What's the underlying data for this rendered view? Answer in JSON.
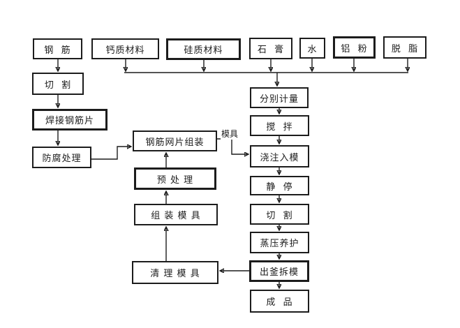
{
  "diagram": {
    "background": "#ffffff",
    "line_color": "#1c1c1c",
    "nodes": {
      "steel_bar": {
        "label": "钢  筋"
      },
      "calcium": {
        "label": "钙质材料"
      },
      "silicon": {
        "label": "硅质材料"
      },
      "gypsum": {
        "label": "石  膏"
      },
      "water": {
        "label": "水"
      },
      "aluminum_powder": {
        "label": "铝  粉"
      },
      "degrease": {
        "label": "脱  脂"
      },
      "cutting1": {
        "label": "切  割"
      },
      "weld_mesh": {
        "label": "焊接钢筋片"
      },
      "anticorrosion": {
        "label": "防腐处理"
      },
      "mesh_assembly": {
        "label": "钢筋网片组装"
      },
      "pretreatment": {
        "label": "预 处 理"
      },
      "mold_assembly": {
        "label": "组 装 模 具"
      },
      "mold_cleaning": {
        "label": "清 理 模 具"
      },
      "measuring": {
        "label": "分别计量"
      },
      "stirring": {
        "label": "搅  拌"
      },
      "pouring": {
        "label": "浇注入模"
      },
      "resting": {
        "label": "静  停"
      },
      "cutting2": {
        "label": "切  割"
      },
      "autoclave_curing": {
        "label": "蒸压养护"
      },
      "demolding": {
        "label": "出釜拆模"
      },
      "finished_product": {
        "label": "成  品"
      }
    },
    "edge_labels": {
      "mold": "模具"
    }
  }
}
